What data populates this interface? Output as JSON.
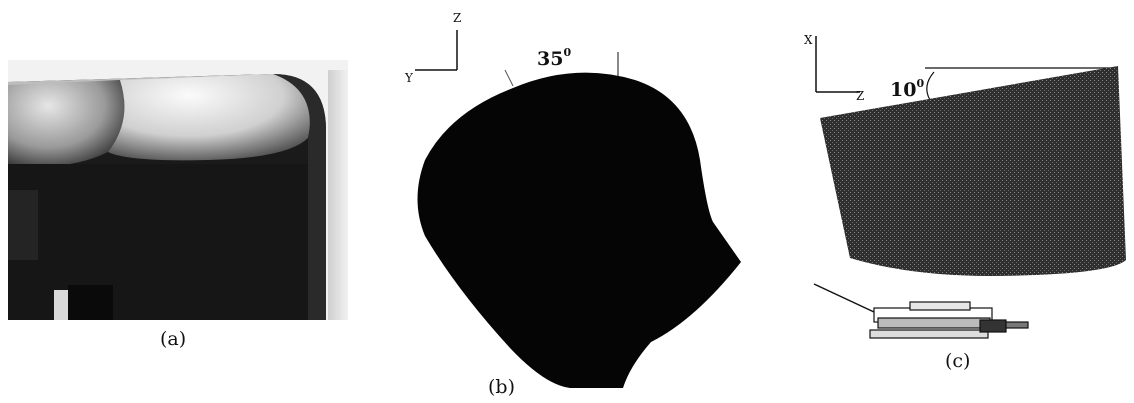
{
  "figure": {
    "panel_a": {
      "caption": "(a)"
    },
    "panel_b": {
      "caption": "(b)",
      "axis_vertical": "Z",
      "axis_horizontal": "Y",
      "angle_label": "35",
      "angle_superscript": "0"
    },
    "panel_c": {
      "caption": "(c)",
      "axis_vertical": "X",
      "axis_horizontal": "Z",
      "angle_label": "10",
      "angle_superscript": "0"
    }
  },
  "colors": {
    "background": "#ffffff",
    "silhouette": "#050505",
    "stipple": "#3a3a3a",
    "photo_dark": "#151515",
    "photo_light": "#e8e8e8"
  }
}
